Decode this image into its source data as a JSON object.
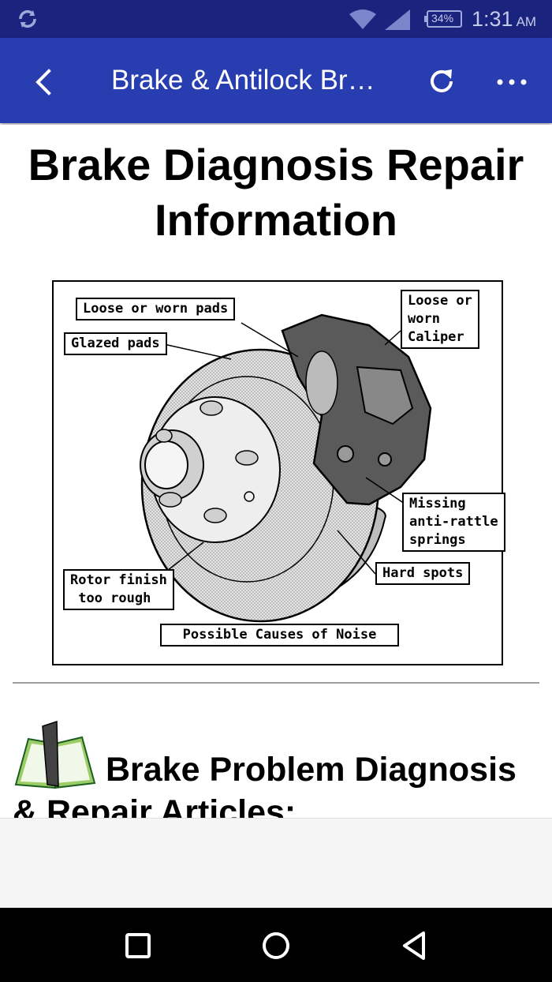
{
  "status_bar": {
    "battery_percent": "34%",
    "time": "1:31",
    "ampm": "AM"
  },
  "app_bar": {
    "title": "Brake & Antilock Br…"
  },
  "content": {
    "page_title": "Brake Diagnosis Repair Information",
    "diagram": {
      "callouts": {
        "loose_pads": "Loose or worn pads",
        "glazed_pads": "Glazed pads",
        "loose_caliper": "Loose or\nworn\nCaliper",
        "missing_springs": "Missing\nanti-rattle\nsprings",
        "hard_spots": "Hard spots",
        "rotor_finish": "Rotor finish\n too rough",
        "caption": "Possible Causes of Noise"
      }
    },
    "section_heading": "Brake Problem Diagnosis & Repair Articles:"
  },
  "colors": {
    "status_bar": "#1a237e",
    "app_bar": "#283db0",
    "nav_bar": "#000000"
  }
}
